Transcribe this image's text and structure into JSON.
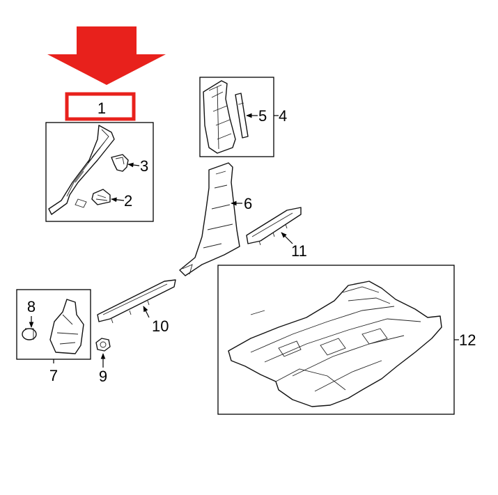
{
  "highlight_color": "#e8211c",
  "labels": {
    "p1": "1",
    "p2": "2",
    "p3": "3",
    "p4": "4",
    "p5": "5",
    "p6": "6",
    "p7": "7",
    "p8": "8",
    "p9": "9",
    "p10": "10",
    "p11": "11",
    "p12": "12"
  },
  "icons": {
    "pointer": "down-arrow-icon"
  }
}
